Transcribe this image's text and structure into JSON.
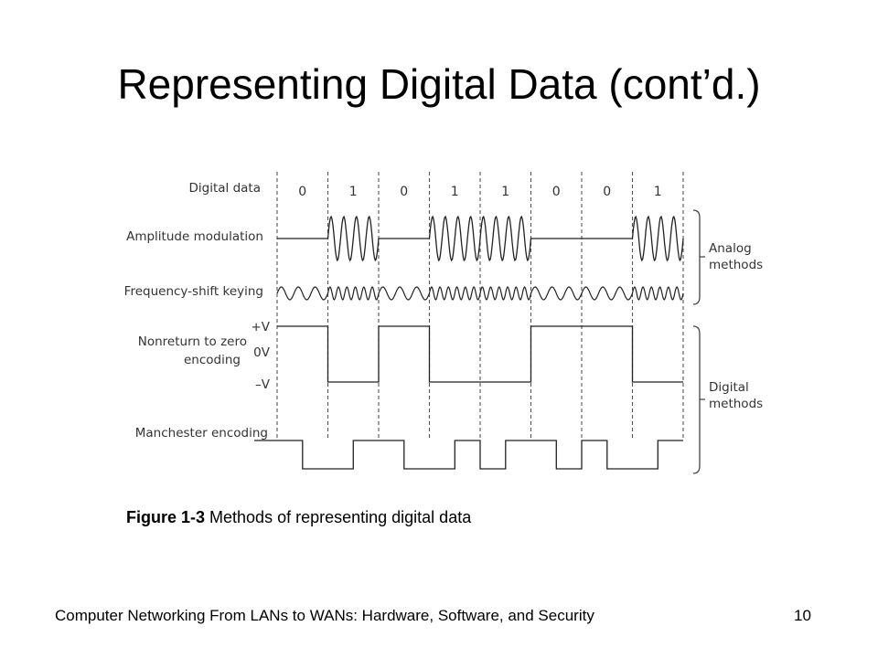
{
  "slide": {
    "title": "Representing Digital Data (cont’d.)",
    "footer": "Computer Networking From LANs to WANs: Hardware, Software, and Security",
    "page_number": "10"
  },
  "figure": {
    "bits_label": "Digital data",
    "bits": [
      0,
      1,
      0,
      1,
      1,
      0,
      0,
      1
    ],
    "rows": {
      "am": "Amplitude modulation",
      "fsk": "Frequency-shift keying",
      "nrz_line1": "Nonreturn to zero",
      "nrz_line2": "encoding",
      "manchester": "Manchester encoding"
    },
    "levels": {
      "plus": "+V",
      "zero": "0V",
      "minus": "–V"
    },
    "groups": {
      "analog_line1": "Analog",
      "analog_line2": "methods",
      "digital_line1": "Digital",
      "digital_line2": "methods"
    },
    "caption_bold": "Figure 1-3",
    "caption_text": " Methods of representing digital data"
  }
}
